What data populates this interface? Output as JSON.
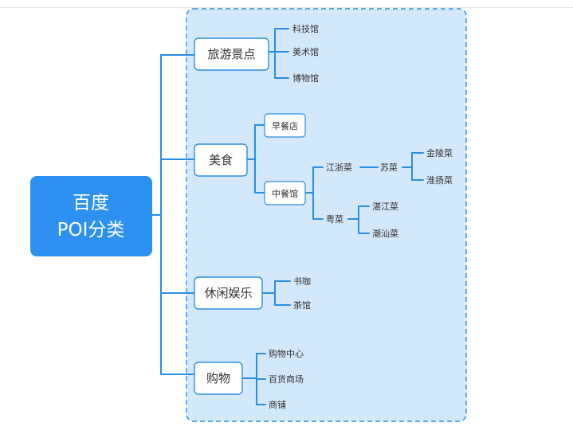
{
  "root": {
    "line1": "百度",
    "line2": "POI分类"
  },
  "branches": {
    "scenic": "旅游景点",
    "food": "美食",
    "leisure": "休闲娱乐",
    "shopping": "购物"
  },
  "leaves": {
    "scenic": [
      "科技馆",
      "美术馆",
      "博物馆"
    ],
    "food": [
      "早餐店",
      "中餐馆"
    ],
    "chinese": [
      "江浙菜",
      "粤菜"
    ],
    "jiangzhe": [
      "苏菜"
    ],
    "su": [
      "金陵菜",
      "淮扬菜"
    ],
    "yue": [
      "湛江菜",
      "潮汕菜"
    ],
    "leisure": [
      "书咖",
      "茶馆"
    ],
    "shopping": [
      "购物中心",
      "百货商场",
      "商铺"
    ]
  },
  "colors": {
    "root_fill": "#2c91f0",
    "line": "#2a8ee6",
    "group_fill": "#d3e8fb",
    "node_fill": "#ffffff",
    "text": "#333333"
  }
}
